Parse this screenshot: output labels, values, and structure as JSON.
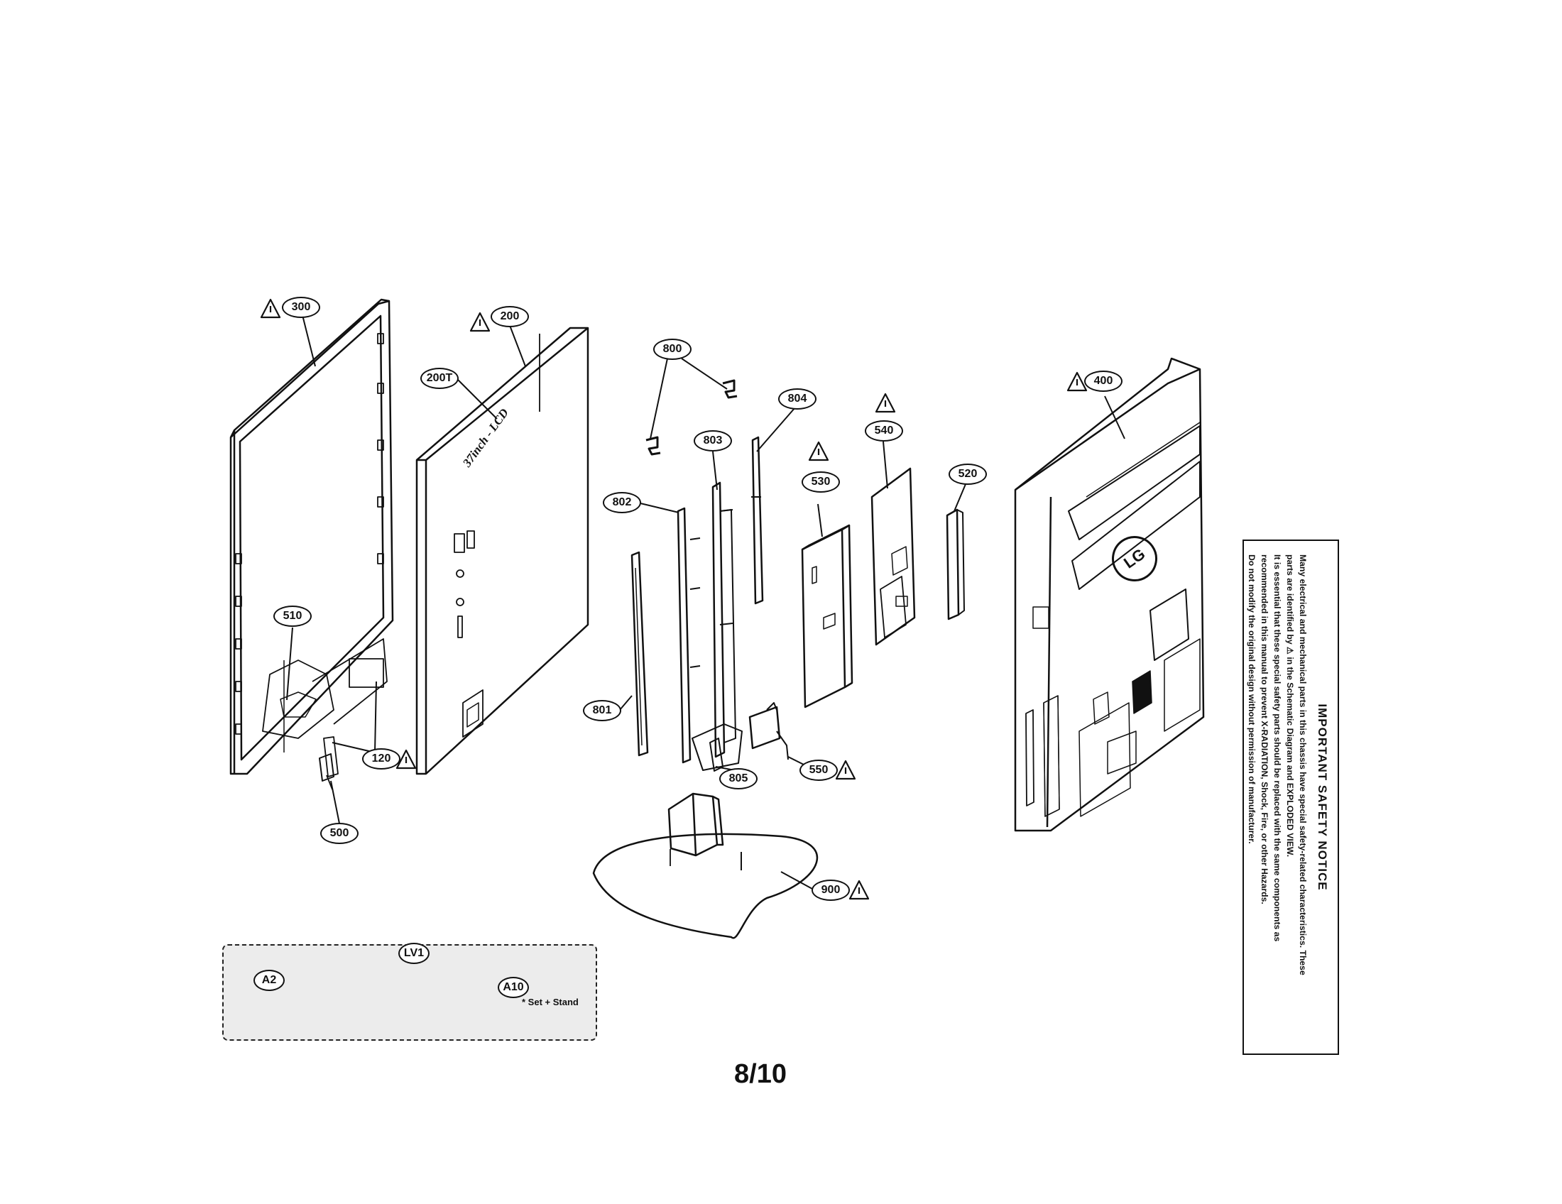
{
  "callouts": {
    "c300": "300",
    "c200": "200",
    "c200t": "200T",
    "c510": "510",
    "c120": "120",
    "c500": "500",
    "c800": "800",
    "c804": "804",
    "c803": "803",
    "c802": "802",
    "c801": "801",
    "c805": "805",
    "c530": "530",
    "c540": "540",
    "c520": "520",
    "c550": "550",
    "c900": "900",
    "c400": "400"
  },
  "inset": {
    "a2": "A2",
    "lv1": "LV1",
    "a10": "A10",
    "a10_note": "* Set + Stand"
  },
  "panel_text": {
    "line1": "37inch - LCD"
  },
  "back_cover": {
    "logo": "LG"
  },
  "notice": {
    "title": "IMPORTANT SAFETY NOTICE",
    "lines": [
      "Many electrical and mechanical parts in this chassis have special safety-related characteristics. These",
      "parts are identified by ⚠ in the Schematic Diagram and EXPLODED VIEW.",
      "It is essential that these special safety parts should be replaced with the same components as",
      "recommended in this manual to prevent X-RADIATION, Shock, Fire, or other Hazards.",
      "Do not modify the original design without permission of manufacturer."
    ]
  },
  "page": {
    "number": "8/10"
  },
  "colors": {
    "ink": "#111111",
    "inset_fill": "#ececec"
  }
}
